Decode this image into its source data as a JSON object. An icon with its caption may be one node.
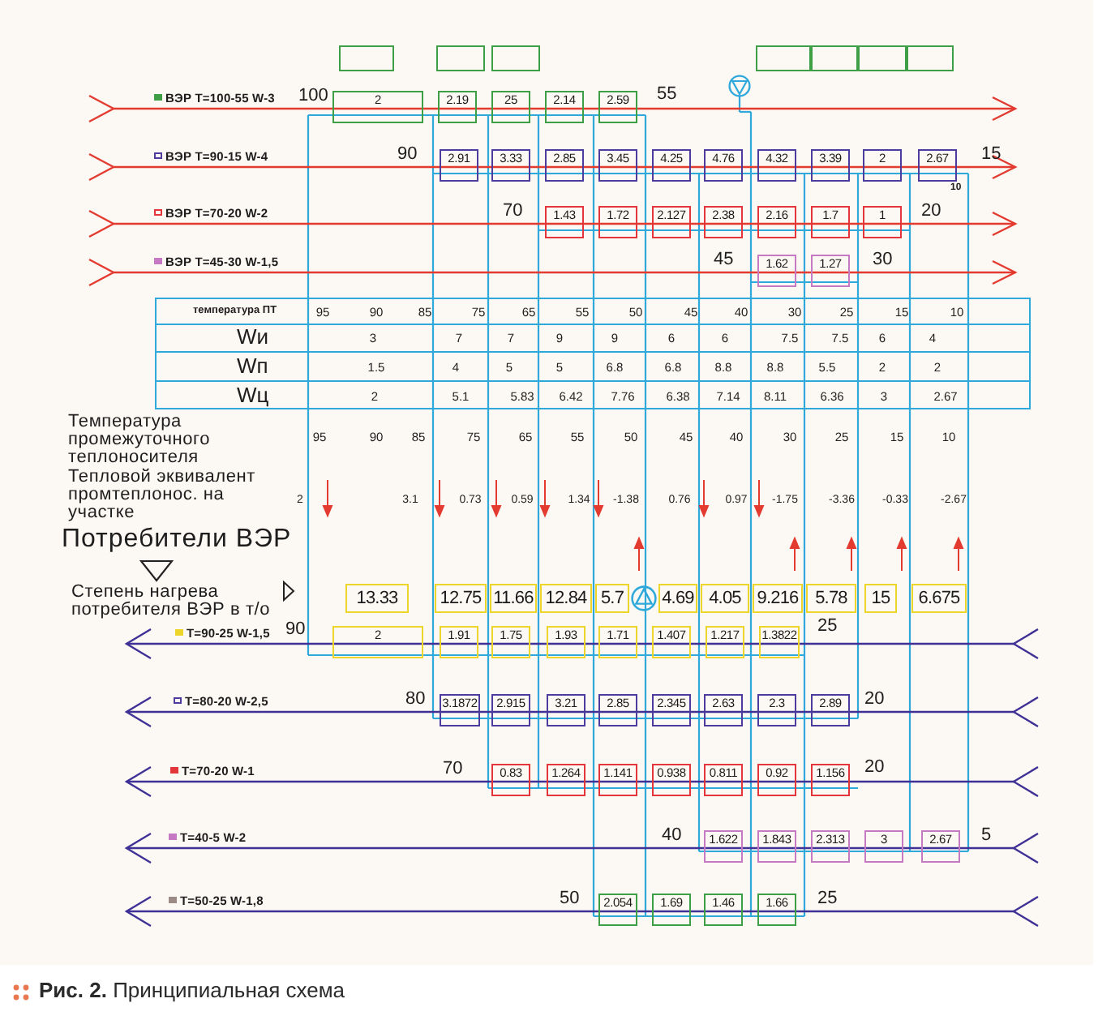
{
  "diagram": {
    "caption": "**Рис. 2.** Принципиальная схема",
    "nodes": [
      {
        "text": [],
        "shape": "box"
      },
      {
        "text": [],
        "shape": "box"
      },
      {
        "text": [],
        "shape": "box"
      },
      {
        "text": [],
        "shape": "box"
      },
      {
        "text": [],
        "shape": "box"
      },
      {
        "text": [],
        "shape": "box"
      },
      {
        "text": [],
        "shape": "box"
      },
      {
        "text": [
          "2"
        ]
      },
      {
        "text": [
          "2.19"
        ]
      },
      {
        "text": [
          "25"
        ]
      },
      {
        "text": [
          "2.14"
        ]
      },
      {
        "text": [
          "2.59"
        ]
      },
      {
        "text": [
          "2.91"
        ]
      },
      {
        "text": [
          "3.33"
        ]
      },
      {
        "text": [
          "2.85"
        ]
      },
      {
        "text": [
          "3.45"
        ]
      },
      {
        "text": [
          "4.25"
        ]
      },
      {
        "text": [
          "4.76"
        ]
      },
      {
        "text": [
          "4.32"
        ]
      },
      {
        "text": [
          "3.39"
        ]
      },
      {
        "text": [
          "2"
        ]
      },
      {
        "text": [
          "2.67"
        ]
      },
      {
        "text": [
          "1.43"
        ]
      },
      {
        "text": [
          "1.72"
        ]
      },
      {
        "text": [
          "2.127"
        ]
      },
      {
        "text": [
          "2.38"
        ]
      },
      {
        "text": [
          "2.16"
        ]
      },
      {
        "text": [
          "1.7"
        ]
      },
      {
        "text": [
          "1"
        ]
      },
      {
        "text": [
          "1.62"
        ]
      },
      {
        "text": [
          "1.27"
        ]
      },
      {
        "text": [
          "13.33"
        ]
      },
      {
        "text": [
          "12.75"
        ]
      },
      {
        "text": [
          "11.66"
        ]
      },
      {
        "text": [
          "12.84"
        ]
      },
      {
        "text": [
          "5.7"
        ]
      },
      {
        "text": [
          "4.69"
        ]
      },
      {
        "text": [
          "4.05"
        ]
      },
      {
        "text": [
          "9.216"
        ]
      },
      {
        "text": [
          "5.78"
        ]
      },
      {
        "text": [
          "15"
        ]
      },
      {
        "text": [
          "6.675"
        ]
      },
      {
        "text": [
          "2"
        ]
      },
      {
        "text": [
          "1.91"
        ]
      },
      {
        "text": [
          "1.75"
        ]
      },
      {
        "text": [
          "1.93"
        ]
      },
      {
        "text": [
          "1.71"
        ]
      },
      {
        "text": [
          "1.407"
        ]
      },
      {
        "text": [
          "1.217"
        ]
      },
      {
        "text": [
          "1.3822"
        ]
      },
      {
        "text": [
          "3.1872"
        ]
      },
      {
        "text": [
          "2.915"
        ]
      },
      {
        "text": [
          "3.21"
        ]
      },
      {
        "text": [
          "2.85"
        ]
      },
      {
        "text": [
          "2.345"
        ]
      },
      {
        "text": [
          "2.63"
        ]
      },
      {
        "text": [
          "2.3"
        ]
      },
      {
        "text": [
          "2.89"
        ]
      },
      {
        "text": [
          "0.83"
        ]
      },
      {
        "text": [
          "1.264"
        ]
      },
      {
        "text": [
          "1.141"
        ]
      },
      {
        "text": [
          "0.938"
        ]
      },
      {
        "text": [
          "0.811"
        ]
      },
      {
        "text": [
          "0.92"
        ]
      },
      {
        "text": [
          "1.156"
        ]
      },
      {
        "text": [
          "1.622"
        ]
      },
      {
        "text": [
          "1.843"
        ]
      },
      {
        "text": [
          "2.313"
        ]
      },
      {
        "text": [
          "3"
        ]
      },
      {
        "text": [
          "2.67"
        ]
      },
      {
        "text": [
          "2.054"
        ]
      },
      {
        "text": [
          "1.69"
        ]
      },
      {
        "text": [
          "1.46"
        ]
      },
      {
        "text": [
          "1.66"
        ]
      }
    ],
    "labels": [
      "ВЭР T=100-55 W-3",
      "100",
      "55",
      "ВЭР T=90-15 W-4",
      "90",
      "15",
      "10",
      "ВЭР T=70-20 W-2",
      "70",
      "20",
      "ВЭР T=45-30 W-1,5",
      "45",
      "30",
      "температура ПТ",
      "95",
      "90",
      "85",
      "75",
      "65",
      "55",
      "50",
      "45",
      "40",
      "30",
      "25",
      "15",
      "10",
      "Wи",
      "3",
      "7",
      "7",
      "9",
      "9",
      "6",
      "6",
      "7.5",
      "7.5",
      "6",
      "4",
      "Wп",
      "1.5",
      "4",
      "5",
      "5",
      "6.8",
      "6.8",
      "8.8",
      "8.8",
      "5.5",
      "2",
      "2",
      "Wц",
      "2",
      "5.1",
      "5.83",
      "6.42",
      "7.76",
      "6.38",
      "7.14",
      "8.11",
      "6.36",
      "3",
      "2.67",
      "Температура промежуточного теплоносителя",
      "95",
      "90",
      "85",
      "75",
      "65",
      "55",
      "50",
      "45",
      "40",
      "30",
      "25",
      "15",
      "10",
      "Тепловой эквивалент промтеплонос. на участке",
      "2",
      "3.1",
      "0.73",
      "0.59",
      "1.34",
      "-1.38",
      "0.76",
      "0.97",
      "-1.75",
      "-3.36",
      "-0.33",
      "-2.67",
      "Потребители ВЭР",
      "Степень нагрева потребителя ВЭР в т/о",
      "T=90-25 W-1,5",
      "90",
      "25",
      "T=80-20 W-2,5",
      "80",
      "20",
      "T=70-20 W-1",
      "70",
      "20",
      "T=40-5 W-2",
      "40",
      "5",
      "T=50-25 W-1,8",
      "50",
      "25"
    ]
  }
}
